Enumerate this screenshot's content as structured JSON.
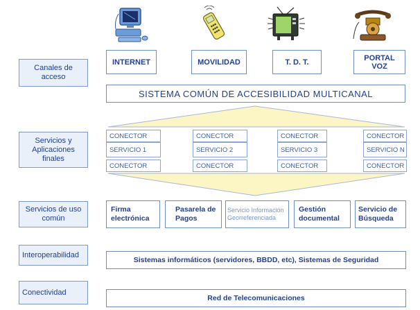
{
  "channels": [
    "INTERNET",
    "MOVILIDAD",
    "T. D. T.",
    "PORTAL\nVOZ"
  ],
  "icons": [
    "computer-icon",
    "mobile-phone-icon",
    "television-icon",
    "telephone-icon"
  ],
  "row_labels": {
    "canales": "Canales de acceso",
    "servicios_aplicaciones": "Servicios y Aplicaciones finales",
    "servicios_comun": "Servicios de uso común",
    "interoperabilidad": "Interoperabilidad",
    "conectividad": "Conectividad"
  },
  "common_system": "SISTEMA COMÚN DE ACCESIBILIDAD MULTICANAL",
  "services": [
    {
      "top": "CONECTOR",
      "mid": "SERVICIO 1",
      "bottom": "CONECTOR"
    },
    {
      "top": "CONECTOR",
      "mid": "SERVICIO 2",
      "bottom": "CONECTOR"
    },
    {
      "top": "CONECTOR",
      "mid": "SERVICIO 3",
      "bottom": "CONECTOR"
    },
    {
      "top": "CONECTOR",
      "mid": "SERVICIO N",
      "bottom": "CONECTOR"
    }
  ],
  "common_services": [
    "Firma electrónica",
    "Pasarela de Pagos",
    "Servicio Información Georreferenciada",
    "Gestión documental",
    "Servicio de Búsqueda"
  ],
  "interop_text": "Sistemas informáticos (servidores, BBDD, etc), Sistemas de Seguridad",
  "network_text": "Red de Telecomunicaciones",
  "colors": {
    "box_border": "#6f8fbf",
    "text": "#24408f",
    "label_bg": "#eaf0fa",
    "triangle_fill": "#fbf6c4",
    "triangle_stroke": "#a6b7da"
  }
}
